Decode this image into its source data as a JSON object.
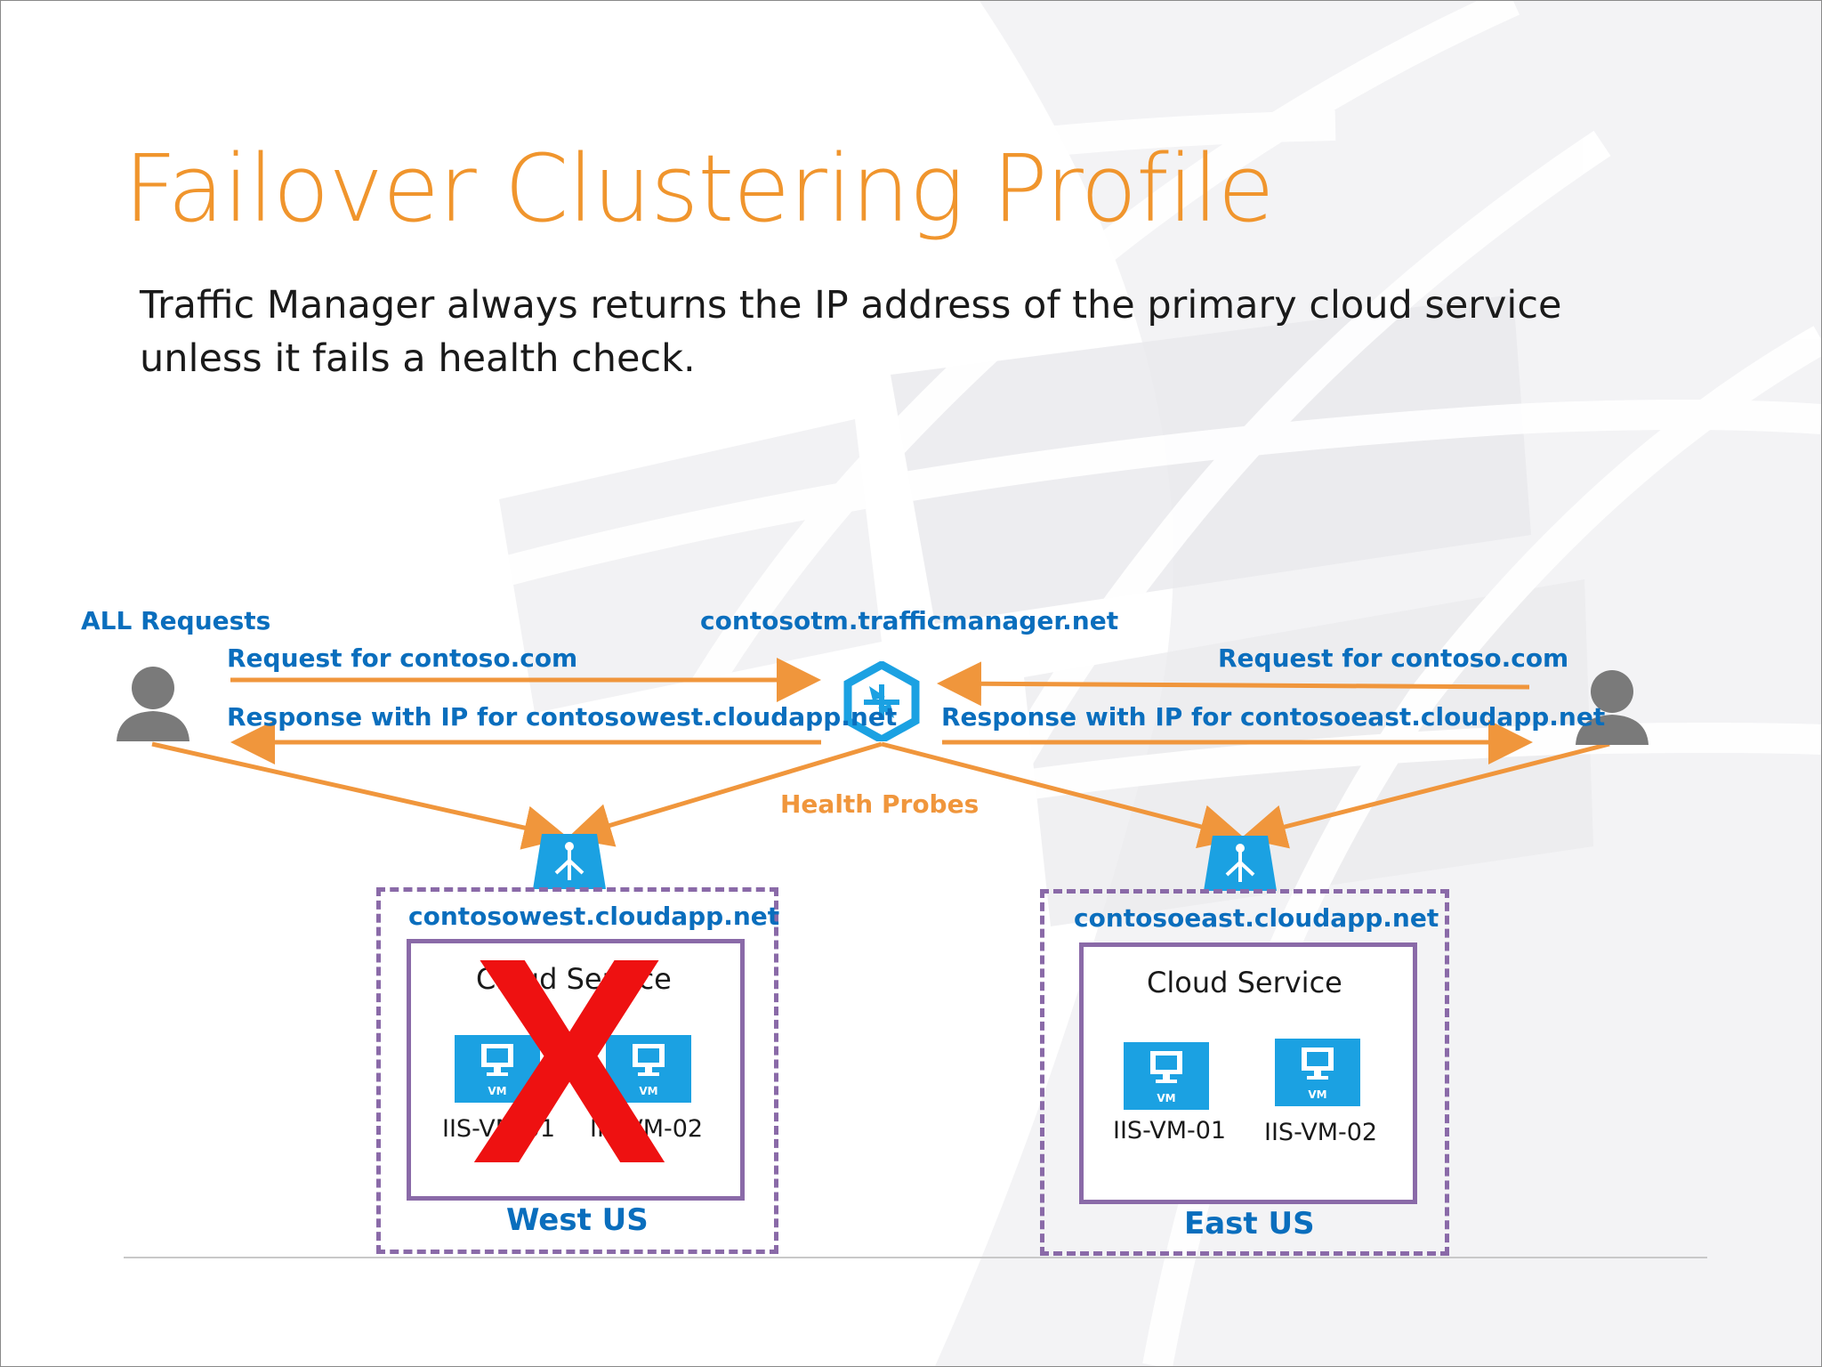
{
  "slide": {
    "title": "Failover Clustering Profile",
    "subtitle": "Traffic Manager always returns the IP address of the primary cloud service unless it fails a health check."
  },
  "diagram": {
    "all_requests": "ALL Requests",
    "traffic_manager_dns": "contosotm.trafficmanager.net",
    "left_request": "Request for contoso.com",
    "left_response": "Response with IP for contosowest.cloudapp.net",
    "right_request": "Request for contoso.com",
    "right_response": "Response with IP for contosoeast.cloudapp.net",
    "health_probes": "Health Probes",
    "failed_mark": "X",
    "west": {
      "dns": "contosowest.cloudapp.net",
      "cloud_service": "Cloud Service",
      "vm1": "IIS-VM-01",
      "vm2": "IIS-VM-02",
      "region": "West US",
      "status": "failed"
    },
    "east": {
      "dns": "contosoeast.cloudapp.net",
      "cloud_service": "Cloud Service",
      "vm1": "IIS-VM-01",
      "vm2": "IIS-VM-02",
      "region": "East US"
    },
    "vm_badge": "VM"
  },
  "colors": {
    "title": "#f0952d",
    "arrow": "#f0963c",
    "label_blue": "#0a6ebd",
    "icon_blue": "#1ba1e2",
    "box_purple": "#8a6aa8",
    "fail_red": "#ee1111",
    "user_gray": "#7a7a7a"
  }
}
